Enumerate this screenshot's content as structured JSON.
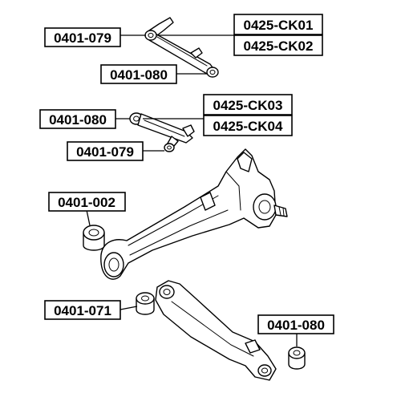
{
  "labels": {
    "top_left_079": "0401-079",
    "top_ck01": "0425-CK01",
    "top_ck02": "0425-CK02",
    "top_080": "0401-080",
    "mid_080": "0401-080",
    "mid_ck03": "0425-CK03",
    "mid_ck04": "0425-CK04",
    "mid_079": "0401-079",
    "bushing_002": "0401-002",
    "bottom_071": "0401-071",
    "bottom_080": "0401-080"
  }
}
